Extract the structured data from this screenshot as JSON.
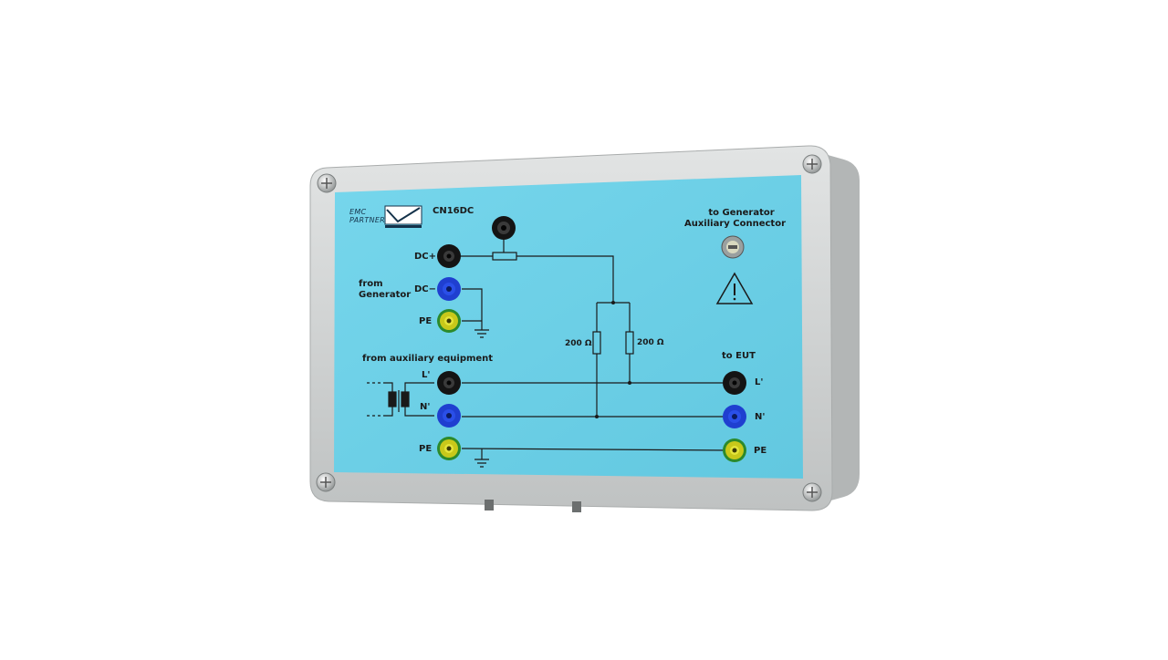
{
  "device": {
    "brand_line1": "EMC",
    "brand_line2": "PARTNER",
    "model": "CN16DC",
    "colors": {
      "panel": "#6fd0e6",
      "housing": "#d4d6d6",
      "jack_black": "#141414",
      "jack_blue": "#1f3fd0",
      "jack_yellow": "#c8c81a"
    }
  },
  "labels": {
    "generator_aux_line1": "to Generator",
    "generator_aux_line2": "Auxiliary Connector",
    "dc_plus": "DC+",
    "dc_minus": "DC−",
    "pe_generator": "PE",
    "from_generator_line1": "from",
    "from_generator_line2": "Generator",
    "from_aux_equipment": "from auxiliary equipment",
    "l_in": "L'",
    "n_in": "N'",
    "pe_in": "PE",
    "to_eut": "to EUT",
    "l_out": "L'",
    "n_out": "N'",
    "pe_out": "PE",
    "resistor_left": "200 Ω",
    "resistor_right": "200 Ω"
  },
  "icons": {
    "warning": "warning-triangle-icon",
    "ground": "ground-icon",
    "screw": "screw-icon"
  }
}
